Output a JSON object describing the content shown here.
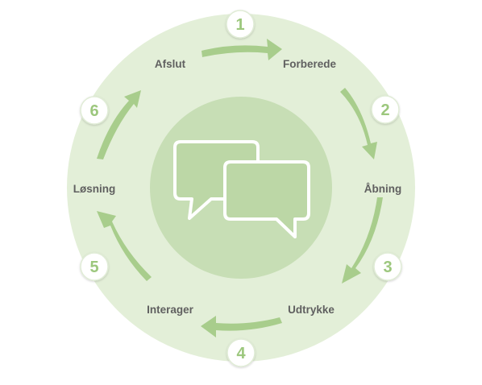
{
  "colors": {
    "outer_ring": "#e3efd8",
    "inner_circle": "#c7deb5",
    "arrow": "#a8cd8c",
    "badge_fill": "#ffffff",
    "badge_border": "#e0ecd6",
    "badge_text": "#9cc77d",
    "label_text": "#606060",
    "bubble_fill": "#bcd7a6",
    "bubble_stroke": "#ffffff"
  },
  "center_icon": "speech-bubbles-icon",
  "steps": [
    {
      "number": "1",
      "label": "Forberede"
    },
    {
      "number": "2",
      "label": "Åbning"
    },
    {
      "number": "3",
      "label": "Udtrykke"
    },
    {
      "number": "4",
      "label": "Interager"
    },
    {
      "number": "5",
      "label": "Løsning"
    },
    {
      "number": "6",
      "label": "Afslut"
    }
  ]
}
